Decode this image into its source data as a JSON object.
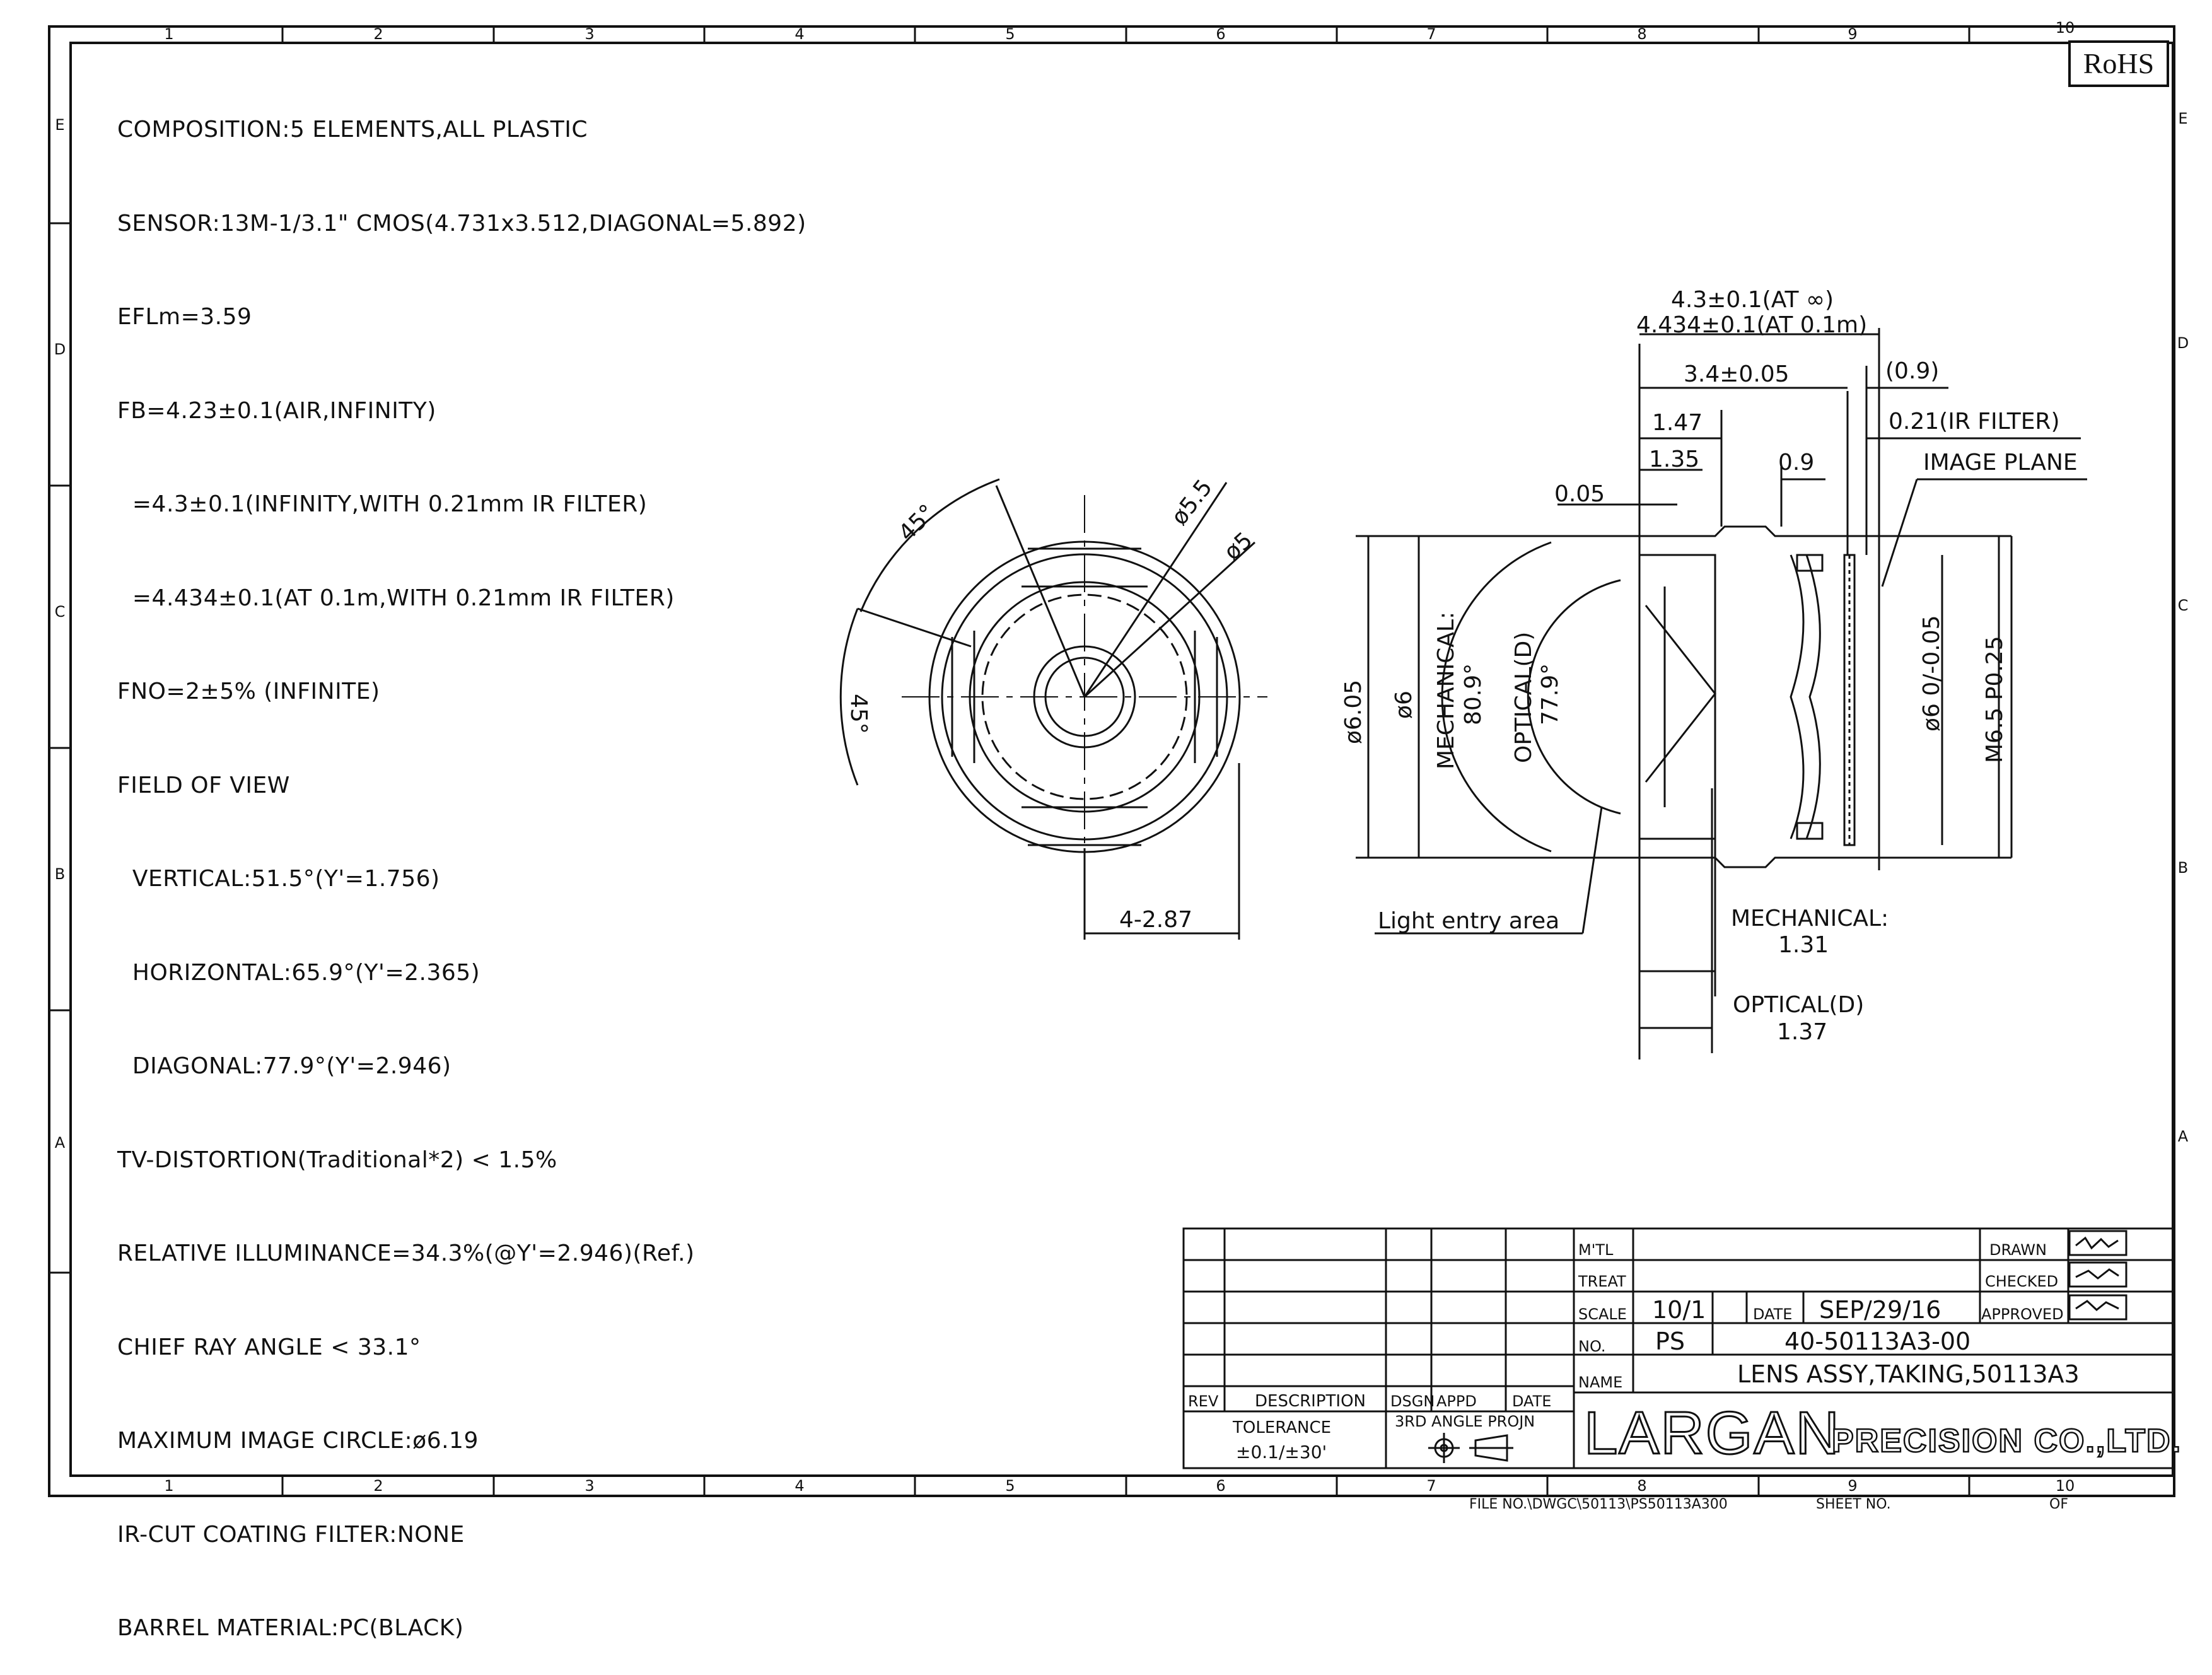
{
  "notes": [
    "COMPOSITION:5 ELEMENTS,ALL PLASTIC",
    "SENSOR:13M-1/3.1\" CMOS(4.731x3.512,DIAGONAL=5.892)",
    "EFLm=3.59",
    "FB=4.23±0.1(AIR,INFINITY)",
    "  =4.3±0.1(INFINITY,WITH 0.21mm IR FILTER)",
    "  =4.434±0.1(AT 0.1m,WITH 0.21mm IR FILTER)",
    "FNO=2±5% (INFINITE)",
    "FIELD OF VIEW",
    "  VERTICAL:51.5°(Y'=1.756)",
    "  HORIZONTAL:65.9°(Y'=2.365)",
    "  DIAGONAL:77.9°(Y'=2.946)",
    "TV-DISTORTION(Traditional*2) < 1.5%",
    "RELATIVE ILLUMINANCE=34.3%(@Y'=2.946)(Ref.)",
    "CHIEF RAY ANGLE < 33.1°",
    "MAXIMUM IMAGE CIRCLE:ø6.19",
    "IR-CUT COATING FILTER:NONE",
    "BARREL MATERIAL:PC(BLACK)"
  ],
  "rohs": "RoHS",
  "grid": {
    "cols": [
      "1",
      "2",
      "3",
      "4",
      "5",
      "6",
      "7",
      "8",
      "9",
      "10"
    ],
    "rows": [
      "E",
      "D",
      "C",
      "B",
      "A"
    ]
  },
  "front_view": {
    "angle_top": "45°",
    "angle_left": "45°",
    "dia_outer": "ø5.5",
    "dia_inner": "ø5",
    "slots": "4-2.87"
  },
  "side_view": {
    "fb_inf": "4.3±0.1(AT ∞)",
    "fb_near": "4.434±0.1(AT 0.1m)",
    "len": "3.4±0.05",
    "gap": "(0.9)",
    "ir": "0.21(IR FILTER)",
    "d147": "1.47",
    "d135": "1.35",
    "d09": "0.9",
    "d005": "0.05",
    "image_plane": "IMAGE PLANE",
    "dia605": "ø6.05",
    "dia6": "ø6",
    "mech_angle_label": "MECHANICAL:",
    "mech_angle": "80.9°",
    "opt_angle_label": "OPTICAL(D)",
    "opt_angle": "77.9°",
    "dia6tol": "ø6 0/-0.05",
    "thread": "M6.5 P0.25",
    "light_entry": "Light entry area",
    "mech_label": "MECHANICAL:",
    "mech_val": "1.31",
    "opt_label": "OPTICAL(D)",
    "opt_val": "1.37"
  },
  "title_block": {
    "mtl": "M'TL",
    "treat": "TREAT",
    "scale": "SCALE",
    "scale_val": "10/1",
    "date_label": "DATE",
    "date_val": "SEP/29/16",
    "no": "NO.",
    "no_prefix": "PS",
    "no_val": "40-50113A3-00",
    "name": "NAME",
    "name_val": "LENS ASSY,TAKING,50113A3",
    "drawn": "DRAWN",
    "checked": "CHECKED",
    "approved": "APPROVED",
    "rev": "REV",
    "description": "DESCRIPTION",
    "dsgn": "DSGN",
    "appd": "APPD",
    "date": "DATE",
    "tolerance": "TOLERANCE",
    "tolerance_val": "±0.1/±30'",
    "projection": "3RD ANGLE PROJN",
    "logo": "LARGAN",
    "company": "PRECISION CO.,LTD.",
    "file_no": "FILE NO.\\DWGC\\50113\\PS50113A300",
    "sheet_no": "SHEET NO.",
    "of": "OF"
  }
}
